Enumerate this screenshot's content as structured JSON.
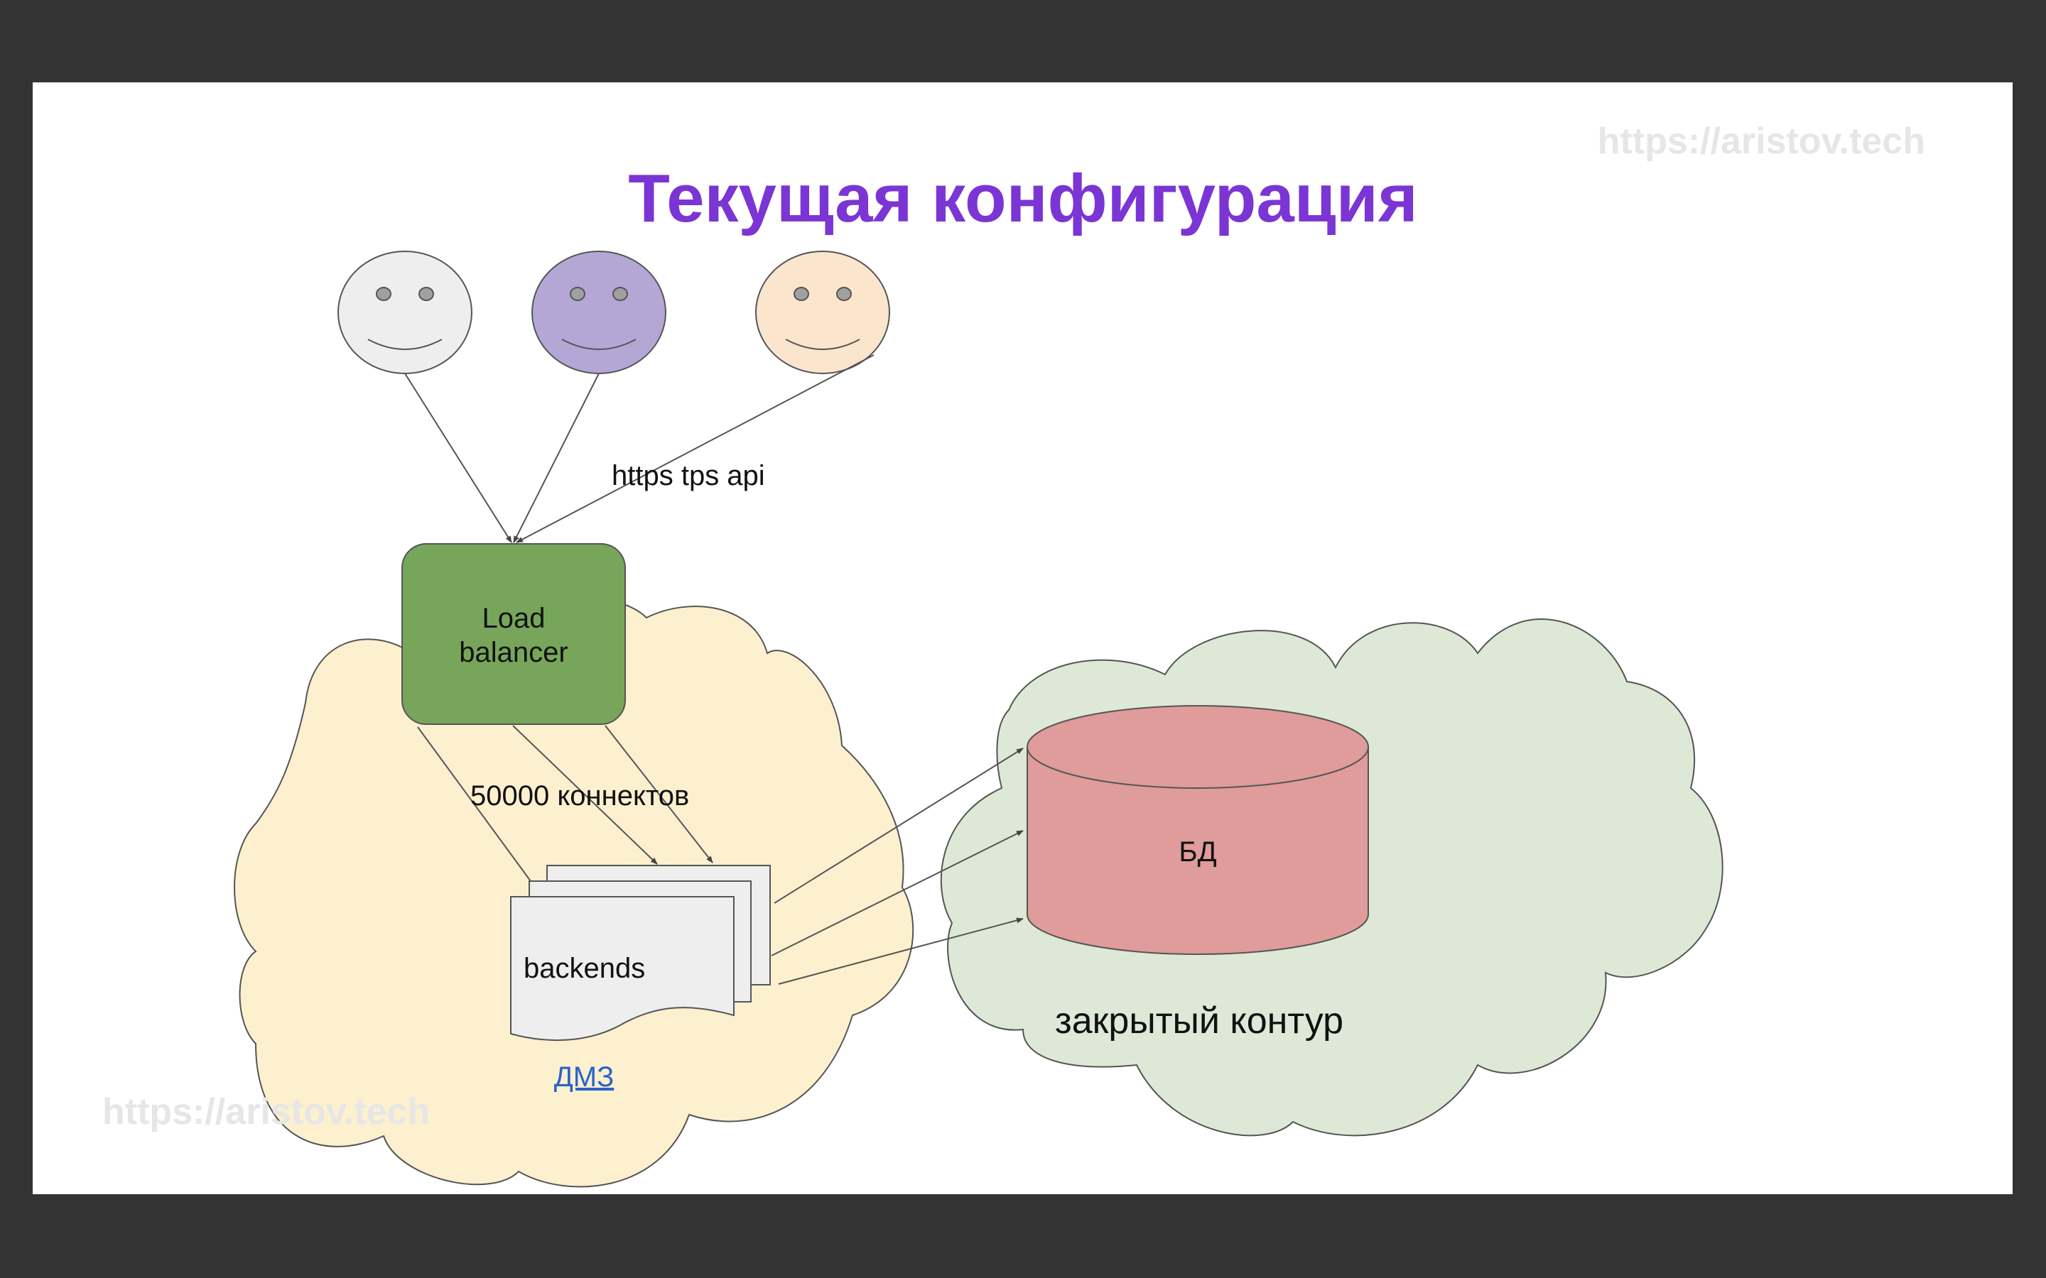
{
  "slide": {
    "title": "Текущая конфигурация",
    "watermark_top": "https://aristov.tech",
    "watermark_bottom": "https://aristov.tech"
  },
  "diagram": {
    "users": [
      {
        "name": "user-gray",
        "color": "#eeeeee"
      },
      {
        "name": "user-purple",
        "color": "#b4a7d6"
      },
      {
        "name": "user-peach",
        "color": "#fce5cd"
      }
    ],
    "edge_label_api": "https tps api",
    "load_balancer": {
      "line1": "Load",
      "line2": "balancer",
      "color": "#77a65a"
    },
    "connections_label": "50000 коннектов",
    "backends_label": "backends",
    "dmz_label": "ДМЗ",
    "db_label": "БД",
    "closed_zone_label": "закрытый контур"
  },
  "colors": {
    "background": "#333333",
    "slide": "#ffffff",
    "title": "#7b35d4",
    "watermark": "#e6e6e6",
    "dmz_cloud": "#fcf0cf",
    "closed_cloud": "#dde9d6",
    "db": "#e09b9b",
    "link": "#2a62c9"
  }
}
